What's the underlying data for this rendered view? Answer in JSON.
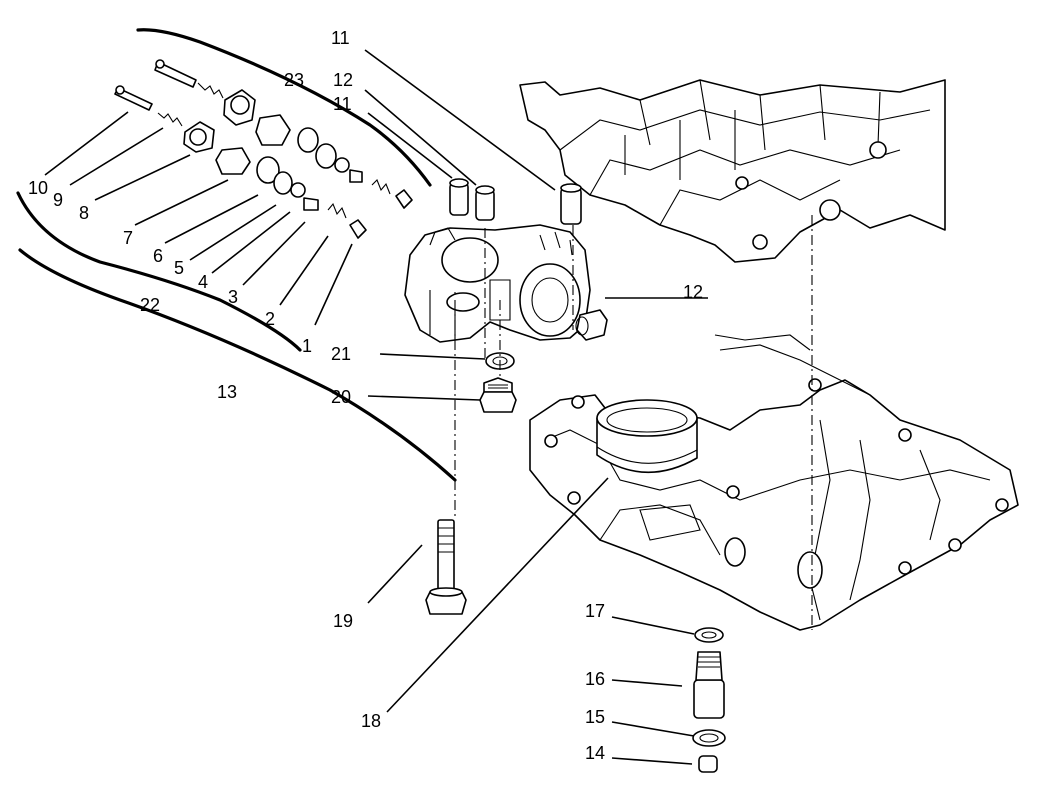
{
  "callouts": [
    {
      "id": "c1",
      "text": "1"
    },
    {
      "id": "c2",
      "text": "2"
    },
    {
      "id": "c3",
      "text": "3"
    },
    {
      "id": "c4",
      "text": "4"
    },
    {
      "id": "c5",
      "text": "5"
    },
    {
      "id": "c6",
      "text": "6"
    },
    {
      "id": "c7",
      "text": "7"
    },
    {
      "id": "c8",
      "text": "8"
    },
    {
      "id": "c9",
      "text": "9"
    },
    {
      "id": "c10",
      "text": "10"
    },
    {
      "id": "c11a",
      "text": "11"
    },
    {
      "id": "c11b",
      "text": "11"
    },
    {
      "id": "c12a",
      "text": "12"
    },
    {
      "id": "c12b",
      "text": "12"
    },
    {
      "id": "c13",
      "text": "13"
    },
    {
      "id": "c14",
      "text": "14"
    },
    {
      "id": "c15",
      "text": "15"
    },
    {
      "id": "c16",
      "text": "16"
    },
    {
      "id": "c17",
      "text": "17"
    },
    {
      "id": "c18",
      "text": "18"
    },
    {
      "id": "c19",
      "text": "19"
    },
    {
      "id": "c20",
      "text": "20"
    },
    {
      "id": "c21",
      "text": "21"
    },
    {
      "id": "c22",
      "text": "22"
    },
    {
      "id": "c23",
      "text": "23"
    }
  ]
}
